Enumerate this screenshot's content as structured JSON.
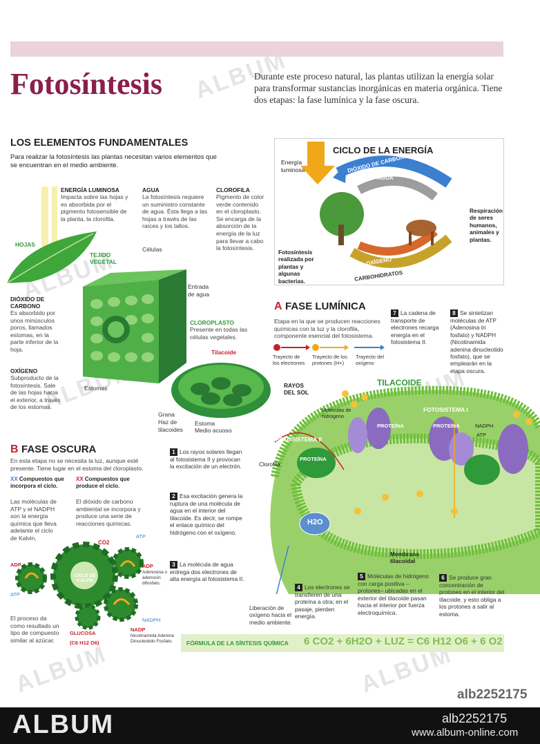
{
  "title": "Fotosíntesis",
  "intro": "Durante este proceso natural, las plantas utilizan la energía solar para transformar sustancias inorgánicas en materia orgánica. Tiene dos etapas: la fase lumínica y la fase oscura.",
  "elementos": {
    "heading": "LOS ELEMENTOS FUNDAMENTALES",
    "subtitle": "Para realizar la fotosíntesis las plantas necesitan varios elementos que se encuentran en el medio ambiente.",
    "energia_title": "ENERGÍA LUMINOSA",
    "energia_text": "Impacta sobre las hojas y es absorbida por el pigmento fotosensible de la planta, la clorofila.",
    "agua_title": "AGUA",
    "agua_text": "La fotosíntesis requiere un suministro constante de agua. Ésta llega a las hojas a través de las raíces y los tallos.",
    "clorofila_title": "CLOROFILA",
    "clorofila_text": "Pigmento de color verde contenido en el cloroplasto. Se encarga de la absorción de la energía de la luz para llevar a cabo la fotosíntesis.",
    "hojas": "HOJAS",
    "tejido": "TEJIDO VEGETAL",
    "celulas": "Células",
    "entrada": "Entrada de agua",
    "dioxido_title": "DIÓXIDO DE CARBONO",
    "dioxido_text": "Es absorbido por unos minúsculos poros, llamados estomas, en la parte inferior de la hoja.",
    "oxigeno_title": "OXÍGENO",
    "oxigeno_text": "Subproducto de la fotosíntesis. Sale de las hojas hacia el exterior, a través de los estomas.",
    "estomas": "Estomas",
    "cloroplasto_title": "CLOROPLASTO",
    "cloroplasto_text": "Presente en todas las células vegetales.",
    "tilacoide": "Tilacoide",
    "grana": "Grana",
    "haz": "Haz de tilacoides",
    "estoma": "Estoma",
    "medio": "Medio acuoso"
  },
  "ciclo": {
    "title": "CICLO DE LA ENERGÍA",
    "energia": "Energía luminosa",
    "dioxido": "DIÓXIDO DE CARBONO",
    "agua": "AGUA",
    "oxigeno": "OXÍGENO",
    "carbohidratos": "CARBOHIDRATOS",
    "fotosintesis": "Fotosíntesis realizada por plantas y algunas bacterias.",
    "respiracion": "Respiración de seres humanos, animales y plantas."
  },
  "fase_luminica": {
    "letter": "A",
    "heading": "FASE LUMÍNICA",
    "text": "Etapa en la que se producen reacciones químicas con la luz y la clorofila, componente esencial del fotosistema.",
    "leg_e": "Trayecto de los electrones",
    "leg_h": "Trayecto de los protones (H+)",
    "leg_o": "Trayecto del oxígeno",
    "step7": "La cadena de transporte de electrones recarga energía en el fotosistema II.",
    "step8": "Se sintetizan moléculas de ATP (Adenosina tri fosfato) y NADPH (Nicotinamida adenina dinucleotido fosfato), que se emplearán en la etapa oscura.",
    "rayos": "RAYOS DEL SOL",
    "tilacoide": "TILACOIDE",
    "moleculas": "Moléculas de hidrógeno",
    "fotosistema1": "FOTOSISTEMA I",
    "fotosistema2": "FOTOSISTEMA II",
    "proteina": "PROTEÍNA",
    "clorofila": "Clorofila",
    "nadph": "NADPH",
    "atp": "ATP",
    "h2o": "H2O",
    "membrana": "Membrana tilacoidal"
  },
  "steps": {
    "s1": "Los rayos solares llegan al fotosistema II y provocan la excitación de un electrón.",
    "s2": "Esa excitación genera la ruptura de una molécula de agua en el interior del tilacoide. Es decir, se rompe el enlace químico del hidrógeno con el oxígeno.",
    "s3": "La molécula de agua entrega dos electrones de alta energía al fotosistema II.",
    "s4": "Los electrones se transfieren de una proteína a otra; en el pasaje, pierden energía.",
    "s5": "Moléculas de hidrógeno con carga positiva –protones– ubicadas en el exterior del tilacoide pasan hacia el interior por fuerza electroquímica.",
    "s6": "Se produce gran concentración de protones en el interior del tilacoide, y esto obliga a los protones a salir al estoma.",
    "liberacion": "Liberación de oxígeno hacia el medio ambiente."
  },
  "fase_oscura": {
    "letter": "B",
    "heading": "FASE OSCURA",
    "text": "En esta etapa no se necesita la luz, aunque esté presente. Tiene lugar en el estoma del cloroplasto.",
    "xx_blue": "Compuestos que incorpora el ciclo.",
    "xx_red": "Compuestos que produce el ciclo.",
    "col1": "Las moléculas de ATP y el NADPH son la energía química que lleva adelante el ciclo de Kalvin.",
    "col2": "El dióxido de carbono ambiental se incorpora y produce una serie de reacciones químicas.",
    "ciclo": "CICLO DE KALVIN",
    "co2": "CO2",
    "atp": "ATP",
    "adp": "ADP",
    "adp_def": "Adenosina o adenosín difosfato.",
    "nadph": "NADPH",
    "nadp": "NADP",
    "nadp_def": "Nicotinamida Adenina Dinucleotido Fosfato.",
    "glucosa": "GLUCOSA",
    "glucosa_f": "(C6 H12 O6)",
    "proceso": "El proceso da como resultado un tipo de compuesto similar al azúcar."
  },
  "formula": {
    "label": "FÓRMULA DE LA SÍNTESIS QUÍMICA",
    "eq": "6 CO2 + 6H2O + LUZ = C6 H12 O6 + 6 O2"
  },
  "footer": {
    "logo": "ALBUM",
    "id_top": "alb2252175",
    "id": "alb2252175",
    "url": "www.album-online.com"
  }
}
